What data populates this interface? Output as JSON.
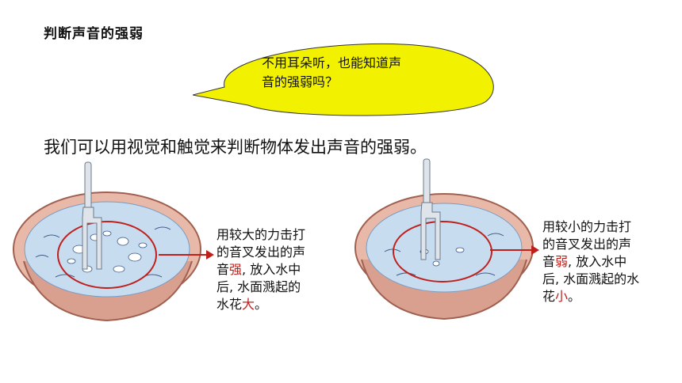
{
  "title": "判断声音的强弱",
  "bubble": {
    "line1": "不用耳朵听，也能知道声",
    "line2": "音的强弱吗？"
  },
  "main_sentence": "我们可以用视觉和触觉来判断物体发出声音的强弱。",
  "left_caption": {
    "line1": "用较大的力击打",
    "line2": "的音叉发出的声",
    "line3_pre": "音",
    "line3_red": "强",
    "line3_post": ", 放入水中",
    "line4": "后, 水面溅起的",
    "line5_pre": "水花",
    "line5_red": "大",
    "line5_post": "。"
  },
  "right_caption": {
    "line1": "用较小的力击打",
    "line2": "的音叉发出的声",
    "line3_pre": "音",
    "line3_red": "弱",
    "line3_post": ", 放入水中",
    "line4": "后, 水面溅起的水",
    "line5_pre": "花",
    "line5_red": "小",
    "line5_post": "。"
  },
  "colors": {
    "bubble_fill": "#f2f200",
    "highlight_red": "#c0201c",
    "bowl_rim": "#e8b8a8",
    "water": "#c8dcf0"
  }
}
